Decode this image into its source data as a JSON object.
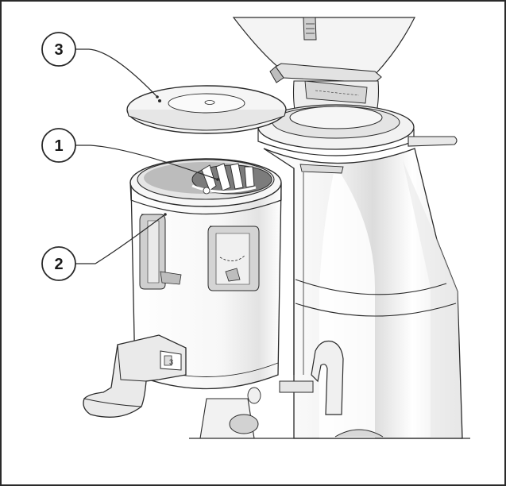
{
  "callouts": [
    {
      "id": "1",
      "label": "1"
    },
    {
      "id": "2",
      "label": "2"
    },
    {
      "id": "3",
      "label": "3"
    }
  ],
  "port_mark": "3",
  "colors": {
    "line": "#2a2a2a",
    "shade": "#d6d6d6",
    "light": "#efefef",
    "dark": "#8c8c8c"
  }
}
